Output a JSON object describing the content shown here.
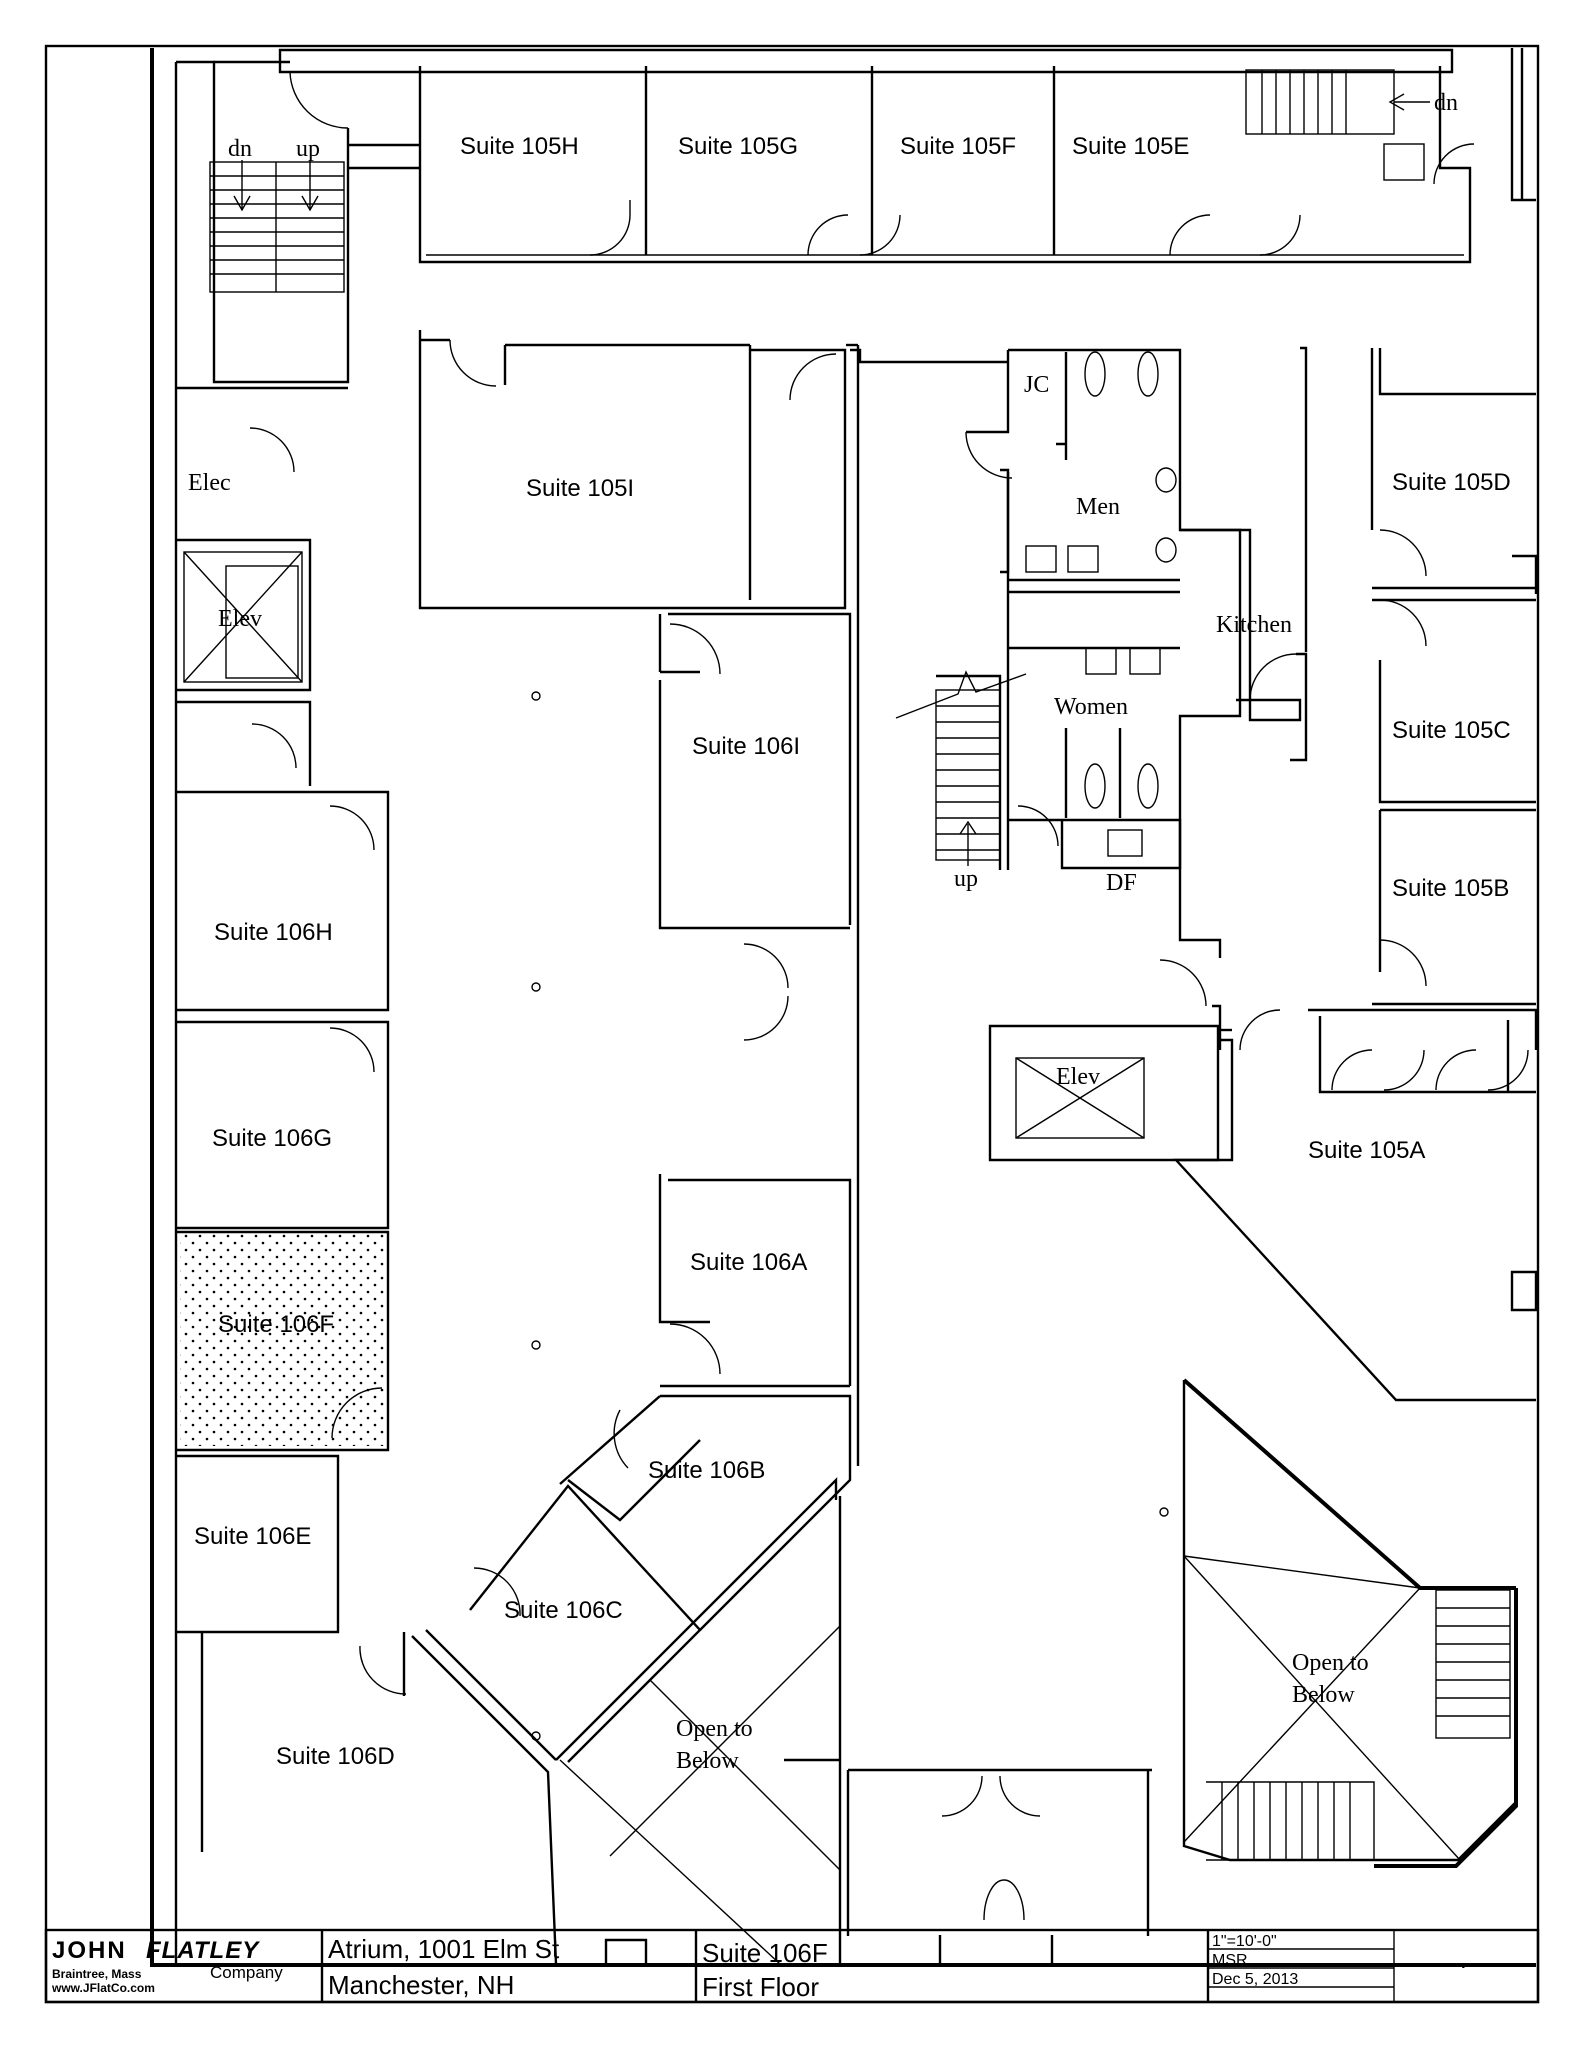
{
  "suites": {
    "s105H": "Suite 105H",
    "s105G": "Suite 105G",
    "s105F": "Suite 105F",
    "s105E": "Suite 105E",
    "s105D": "Suite 105D",
    "s105C": "Suite 105C",
    "s105B": "Suite 105B",
    "s105A": "Suite 105A",
    "s105I": "Suite 105I",
    "s106I": "Suite 106I",
    "s106H": "Suite 106H",
    "s106G": "Suite 106G",
    "s106F": "Suite 106F",
    "s106E": "Suite 106E",
    "s106D": "Suite 106D",
    "s106C": "Suite 106C",
    "s106B": "Suite 106B",
    "s106A": "Suite 106A"
  },
  "rooms": {
    "elec": "Elec",
    "elev1": "Elev",
    "elev2": "Elev",
    "jc": "JC",
    "men": "Men",
    "women": "Women",
    "kitchen": "Kitchen",
    "df": "DF",
    "open1_l1": "Open to",
    "open1_l2": "Below",
    "open2_l1": "Open to",
    "open2_l2": "Below"
  },
  "stairs": {
    "dn_left": "dn",
    "up_left": "up",
    "dn_right": "dn",
    "up_center": "up"
  },
  "highlight": {
    "suite": "Suite 106F",
    "pattern_color": "#000000"
  },
  "title_block": {
    "logo_john": "JOHN",
    "logo_flatley": "FLATLEY",
    "logo_company": "Company",
    "logo_location": "Braintree, Mass",
    "logo_url": "www.JFlatCo.com",
    "address_line1": "Atrium, 1001 Elm St",
    "address_line2": "Manchester, NH",
    "suite_line1": "Suite 106F",
    "suite_line2": "First Floor",
    "scale": "1\"=10'-0\"",
    "drawn_by": "MSR",
    "date": "Dec 5, 2013",
    "mark": ".",
    "colors": {
      "john": "#1f3f7a",
      "flatley": "#1a56b8"
    }
  }
}
